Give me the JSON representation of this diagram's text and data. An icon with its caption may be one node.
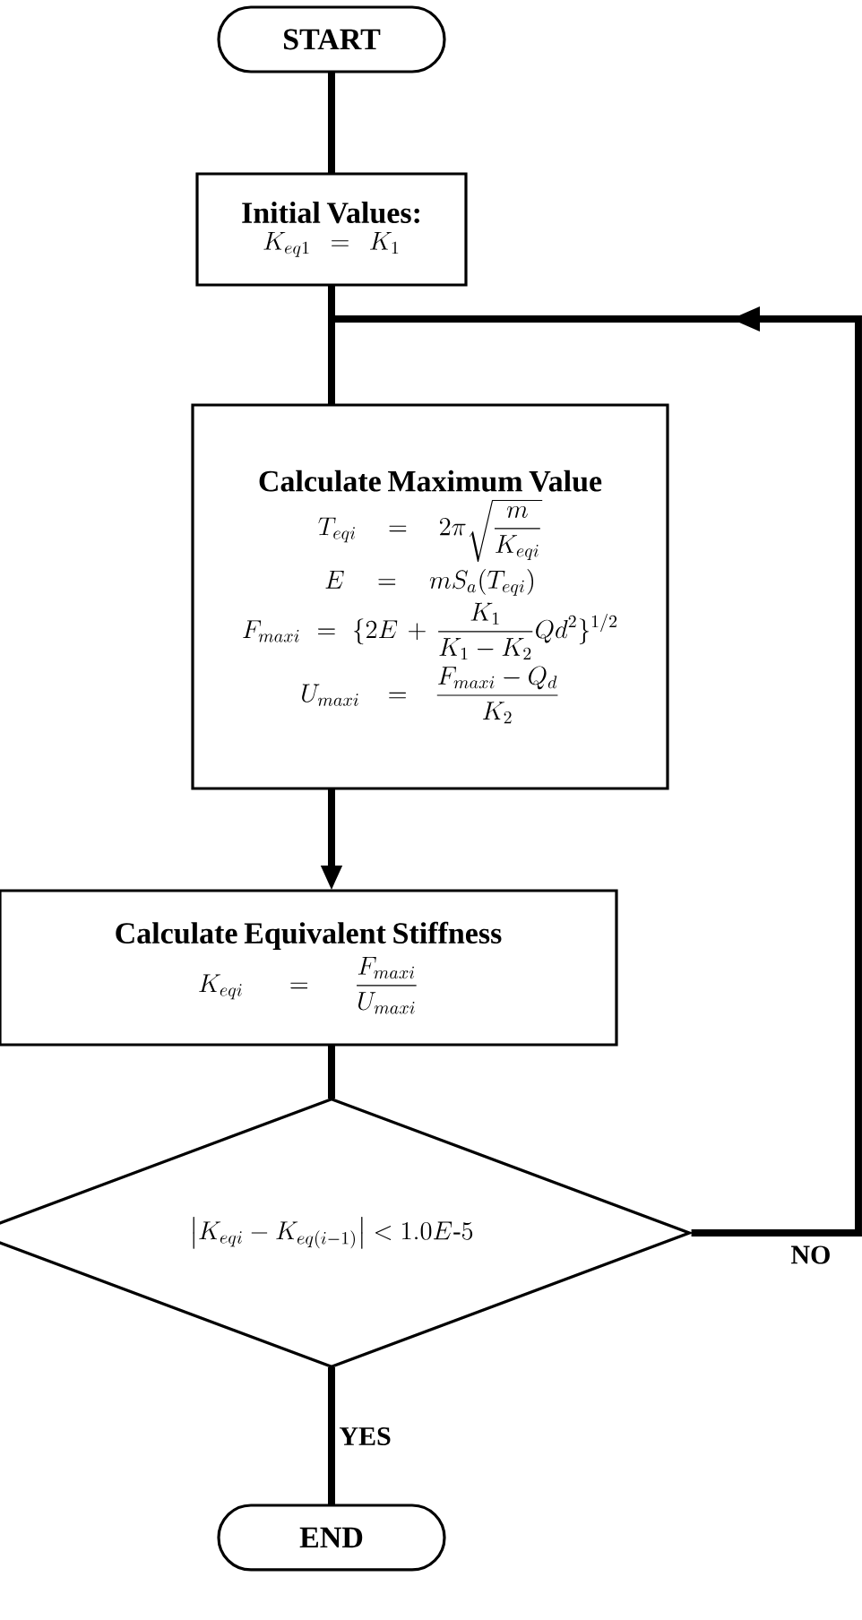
{
  "diagram": {
    "nodes": [
      {
        "text": [
          "START"
        ]
      },
      {
        "text": [
          "Initial Values:",
          "K_{eq1}=K_{1}"
        ]
      },
      {
        "text": [
          "Calculate Maximum Value",
          "T_{eqi}=2\\pi\\sqrt{\\frac{m}{K_{eqi}}}",
          "E=mS_{a}(T_{eqi})",
          "F_{maxi}=\\{2E+\\frac{K_{1}}{K_{1}-K_{2}}Qd^{2}\\}^{1/2}",
          "U_{maxi}=\\frac{F_{maxi}-Q_{d}}{K_{2}}"
        ]
      },
      {
        "text": [
          "Calculate Equivalent Stiffness",
          "K_{eqi}=\\frac{F_{maxi}}{U_{maxi}}"
        ]
      },
      {
        "text": [
          "\\left|K_{eqi}-K_{eq(i-1)}\\right|<1.0E\\text{-}5"
        ]
      },
      {
        "text": [
          "END"
        ]
      }
    ],
    "edges": [
      {
        "from": 0,
        "to": 1,
        "arrow": "none"
      },
      {
        "from": 1,
        "to": 2,
        "arrow": "none"
      },
      {
        "from": 2,
        "to": 3,
        "arrow": "to"
      },
      {
        "from": 3,
        "to": 4,
        "arrow": "none"
      },
      {
        "from": 4,
        "to": 5,
        "arrow": "none",
        "label": "YES"
      },
      {
        "from": 4,
        "to": 2,
        "arrow": "to",
        "label": "NO"
      }
    ]
  }
}
